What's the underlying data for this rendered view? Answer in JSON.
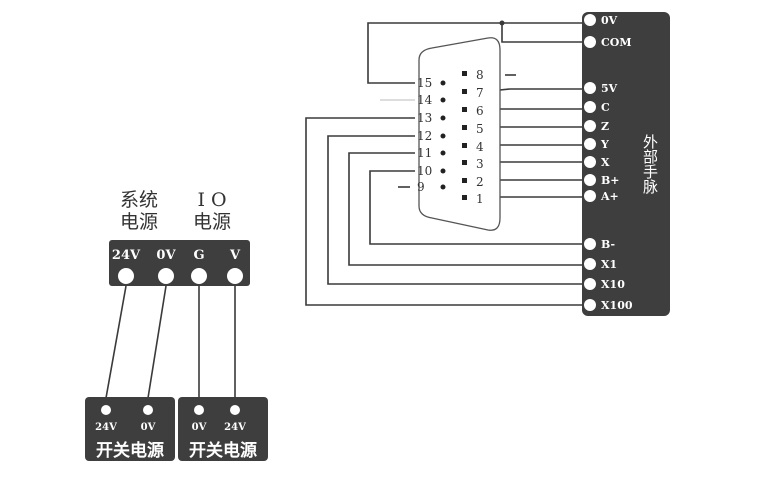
{
  "system_power": {
    "line1": "系统",
    "line2": "电源"
  },
  "io_power": {
    "line1": "I O",
    "line2": "电源"
  },
  "terminal_block": {
    "labels": [
      "24V",
      "0V",
      "G",
      "V"
    ]
  },
  "switch_power_left": {
    "pins": [
      "24V",
      "0V"
    ],
    "caption": "开关电源"
  },
  "switch_power_right": {
    "pins": [
      "0V",
      "24V"
    ],
    "caption": "开关电源"
  },
  "db15": {
    "top_row": [
      "8",
      "7",
      "6",
      "5",
      "4",
      "3",
      "2",
      "1"
    ],
    "bottom_row": [
      "15",
      "14",
      "13",
      "12",
      "11",
      "10",
      "9"
    ]
  },
  "handwheel": {
    "title": "外部手脉",
    "terminals": [
      "0V",
      "COM",
      "5V",
      "C",
      "Z",
      "Y",
      "X",
      "B+",
      "A+",
      "B-",
      "X1",
      "X10",
      "X100"
    ]
  }
}
